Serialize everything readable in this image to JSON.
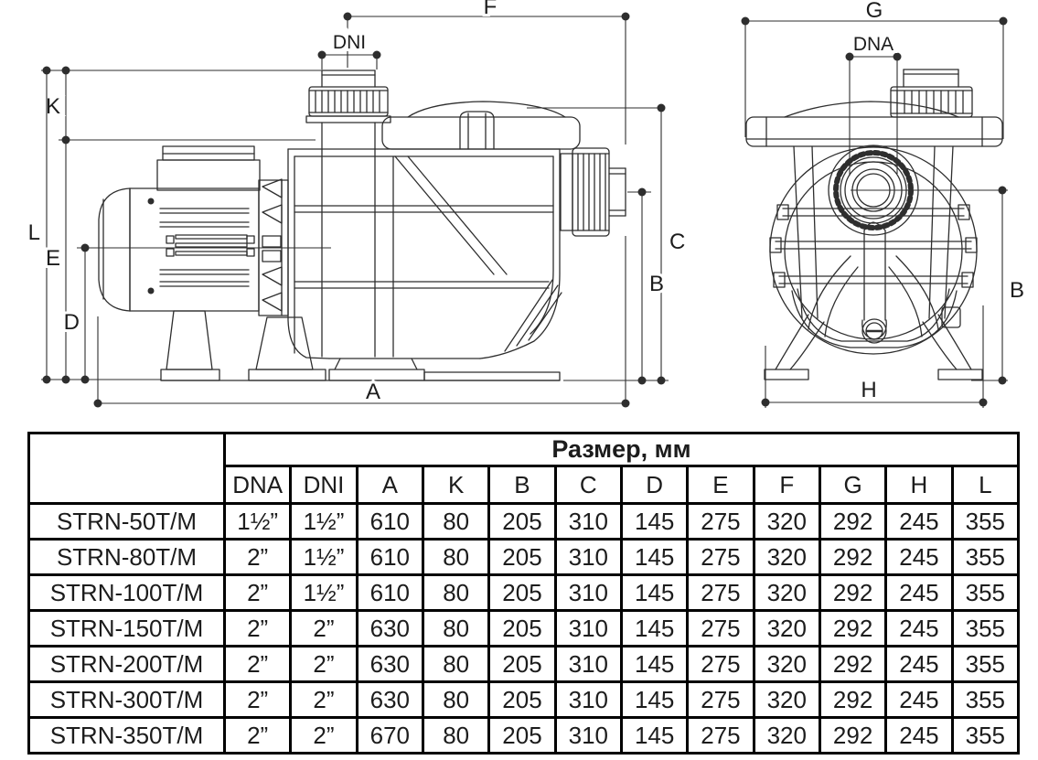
{
  "diagram": {
    "side_view": {
      "labels": {
        "F": "F",
        "DNI": "DNI",
        "K": "K",
        "L": "L",
        "E": "E",
        "D": "D",
        "A": "A",
        "B": "B",
        "C": "C"
      }
    },
    "front_view": {
      "labels": {
        "G": "G",
        "DNA": "DNA",
        "B": "B",
        "H": "H"
      }
    }
  },
  "table": {
    "size_header": "Размер, мм",
    "columns": [
      "DNA",
      "DNI",
      "A",
      "K",
      "B",
      "C",
      "D",
      "E",
      "F",
      "G",
      "H",
      "L"
    ],
    "rows": [
      {
        "model": "STRN-50T/M",
        "values": [
          "1½”",
          "1½”",
          "610",
          "80",
          "205",
          "310",
          "145",
          "275",
          "320",
          "292",
          "245",
          "355"
        ]
      },
      {
        "model": "STRN-80T/M",
        "values": [
          "2”",
          "1½”",
          "610",
          "80",
          "205",
          "310",
          "145",
          "275",
          "320",
          "292",
          "245",
          "355"
        ]
      },
      {
        "model": "STRN-100T/M",
        "values": [
          "2”",
          "1½”",
          "610",
          "80",
          "205",
          "310",
          "145",
          "275",
          "320",
          "292",
          "245",
          "355"
        ]
      },
      {
        "model": "STRN-150T/M",
        "values": [
          "2”",
          "2”",
          "630",
          "80",
          "205",
          "310",
          "145",
          "275",
          "320",
          "292",
          "245",
          "355"
        ]
      },
      {
        "model": "STRN-200T/M",
        "values": [
          "2”",
          "2”",
          "630",
          "80",
          "205",
          "310",
          "145",
          "275",
          "320",
          "292",
          "245",
          "355"
        ]
      },
      {
        "model": "STRN-300T/M",
        "values": [
          "2”",
          "2”",
          "630",
          "80",
          "205",
          "310",
          "145",
          "275",
          "320",
          "292",
          "245",
          "355"
        ]
      },
      {
        "model": "STRN-350T/M",
        "values": [
          "2”",
          "2”",
          "670",
          "80",
          "205",
          "310",
          "145",
          "275",
          "320",
          "292",
          "245",
          "355"
        ]
      }
    ]
  },
  "colors": {
    "line": "#2e2e2e",
    "text": "#1c1c1c",
    "border": "#000000",
    "background": "#ffffff"
  }
}
